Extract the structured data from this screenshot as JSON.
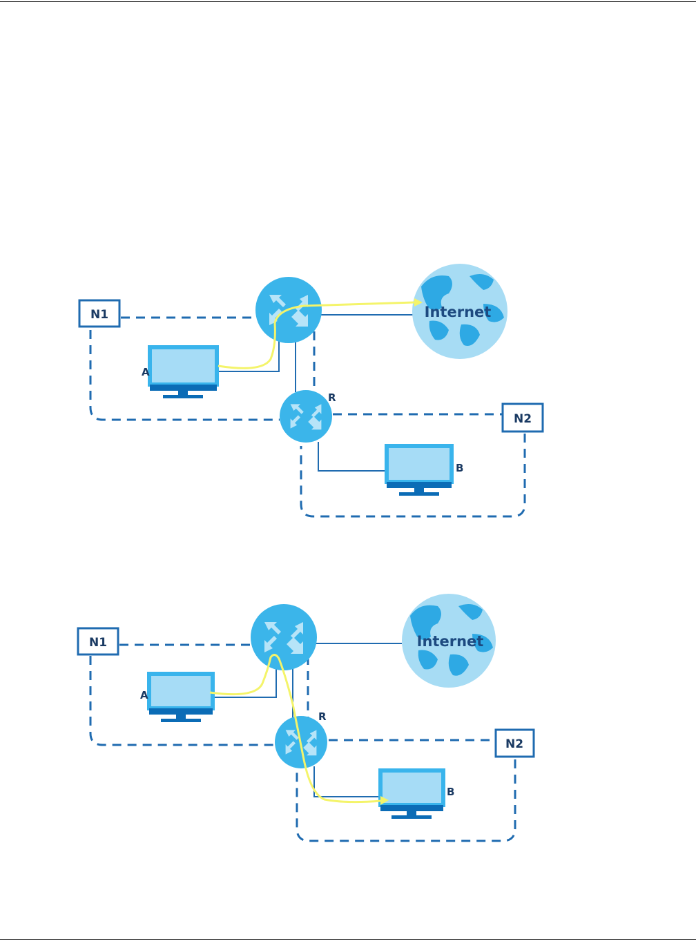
{
  "colors": {
    "line_blue": "#1f6bb0",
    "router_cyan": "#3bb5ea",
    "router_arrow": "#b7e4f8",
    "globe_light": "#a7dcf4",
    "globe_land": "#2ea9e4",
    "monitor_screen": "#a6dcf6",
    "monitor_frame": "#39b4ec",
    "monitor_base": "#0b6cb6",
    "path_yellow": "#f4f46a",
    "label_text": "#1a3a63"
  },
  "diagrams": [
    {
      "id": "scenario-1",
      "labels": {
        "network1": "N1",
        "network2": "N2",
        "internet": "Internet",
        "computer_a": "A",
        "computer_b": "B",
        "router_r": "R"
      }
    },
    {
      "id": "scenario-2",
      "labels": {
        "network1": "N1",
        "network2": "N2",
        "internet": "Internet",
        "computer_a": "A",
        "computer_b": "B",
        "router_r": "R"
      }
    }
  ]
}
